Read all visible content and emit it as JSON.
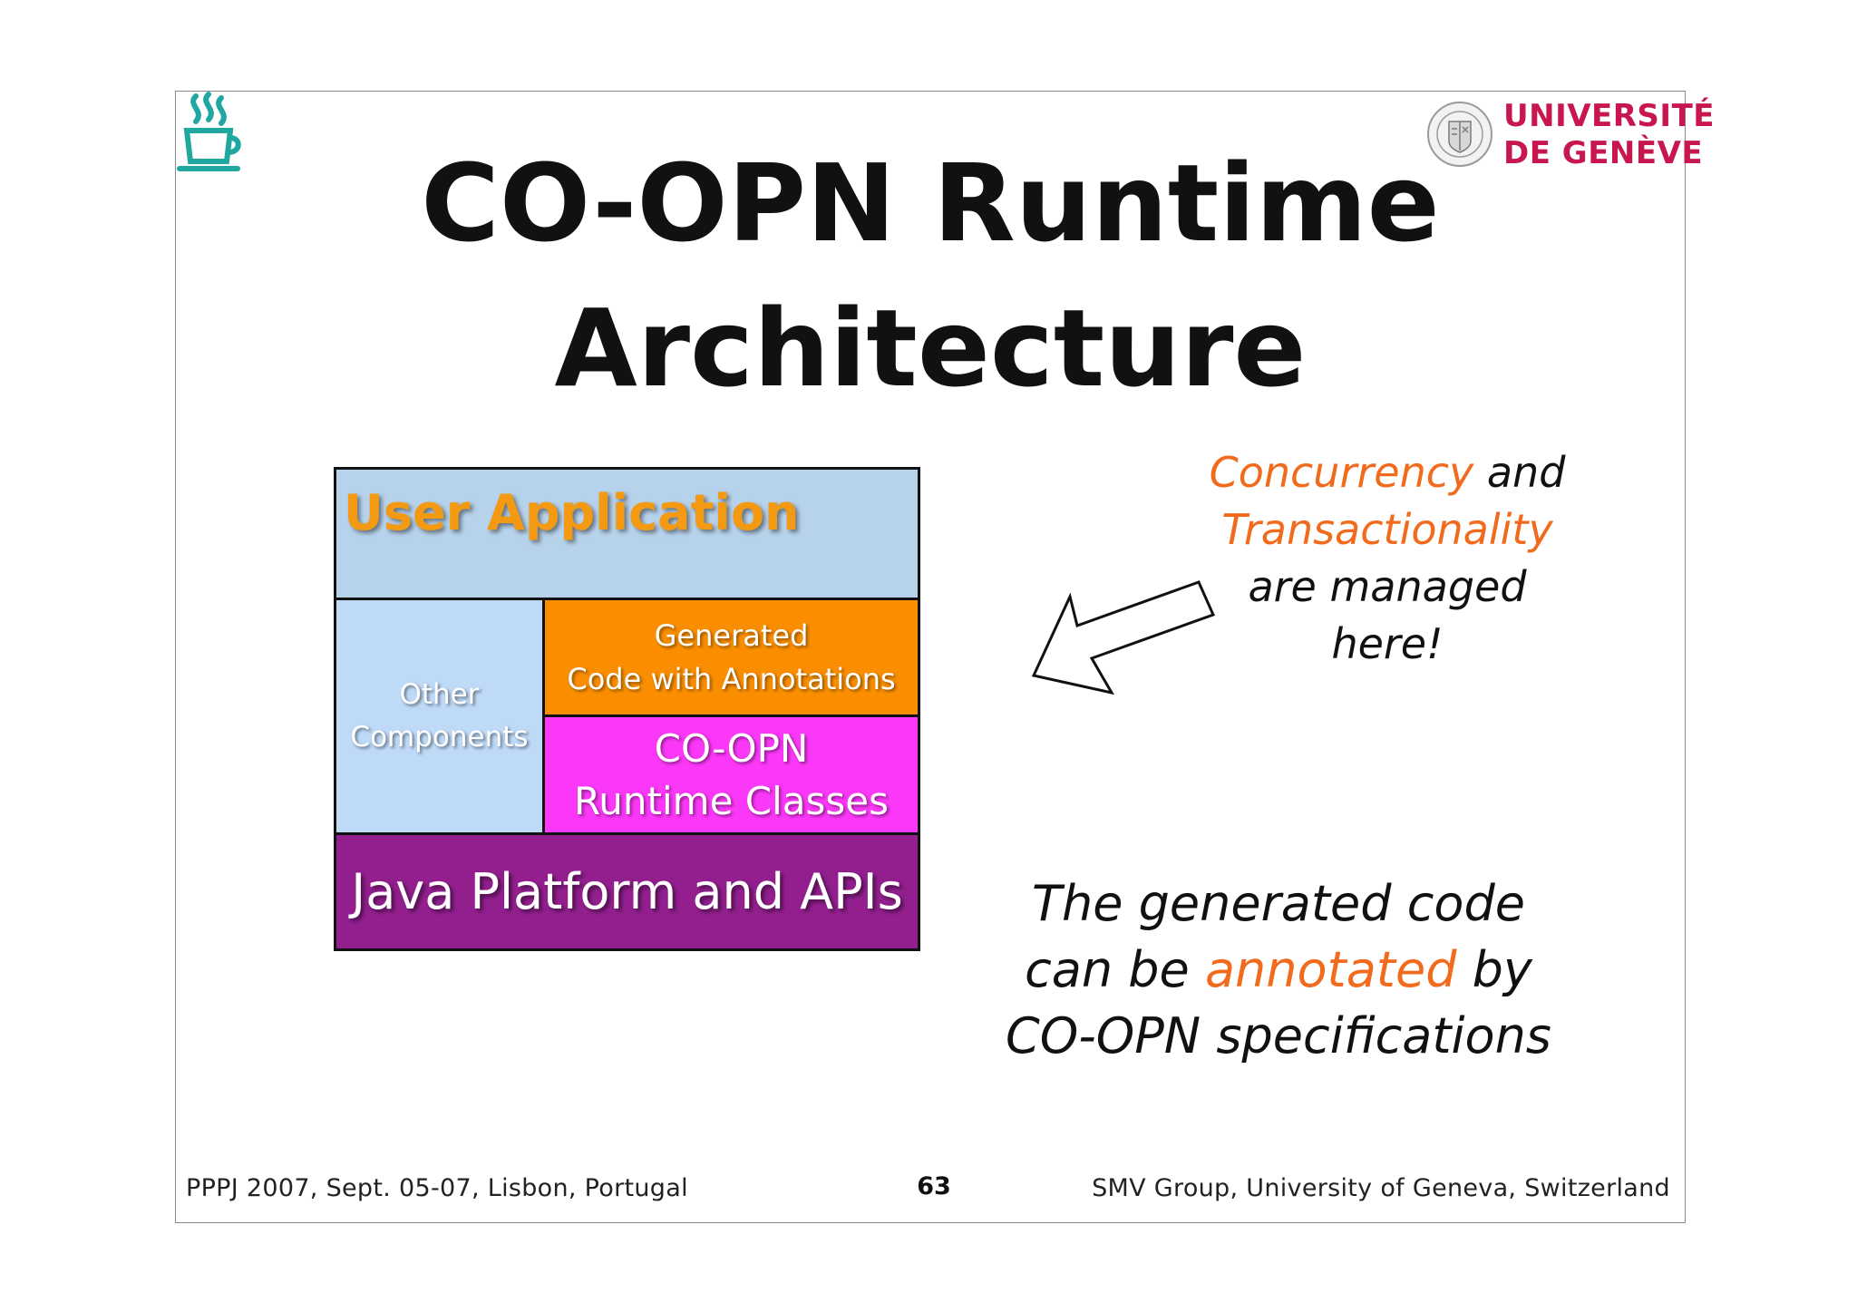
{
  "slide": {
    "title_line1": "CO-OPN Runtime",
    "title_line2": "Architecture",
    "university": {
      "line1": "UNIVERSITÉ",
      "line2": "DE GENÈVE",
      "color": "#c8174e"
    },
    "icons": {
      "top_left": "coffee-cup-icon",
      "top_right": "university-seal-icon",
      "arrow": "left-down-arrow-icon"
    }
  },
  "diagram": {
    "user_application": "User Application",
    "other_components": [
      "Other",
      "Components"
    ],
    "generated": [
      "Generated",
      "Code with Annotations"
    ],
    "runtime_classes": [
      "CO-OPN",
      "Runtime Classes"
    ],
    "java_platform": "Java Platform and APIs",
    "colors": {
      "user_application": "#b7d2eb",
      "other_components": "#bedaf7",
      "generated": "#fa8e00",
      "runtime_classes": "#fb37f8",
      "java_platform": "#931f8f",
      "accent": "#f26b1d"
    }
  },
  "notes": {
    "note1": {
      "concurrency": "Concurrency",
      "and": " and",
      "transactionality": "Transactionality",
      "line3": "are managed",
      "line4": "here!"
    },
    "note2": {
      "line1": "The generated code",
      "line2_pre": "can be ",
      "line2_highlight": "annotated",
      "line2_post": " by",
      "line3": "CO-OPN specifications"
    }
  },
  "footer": {
    "left": "PPPJ 2007, Sept. 05-07, Lisbon, Portugal",
    "page": "63",
    "right": "SMV Group, University of Geneva, Switzerland"
  }
}
